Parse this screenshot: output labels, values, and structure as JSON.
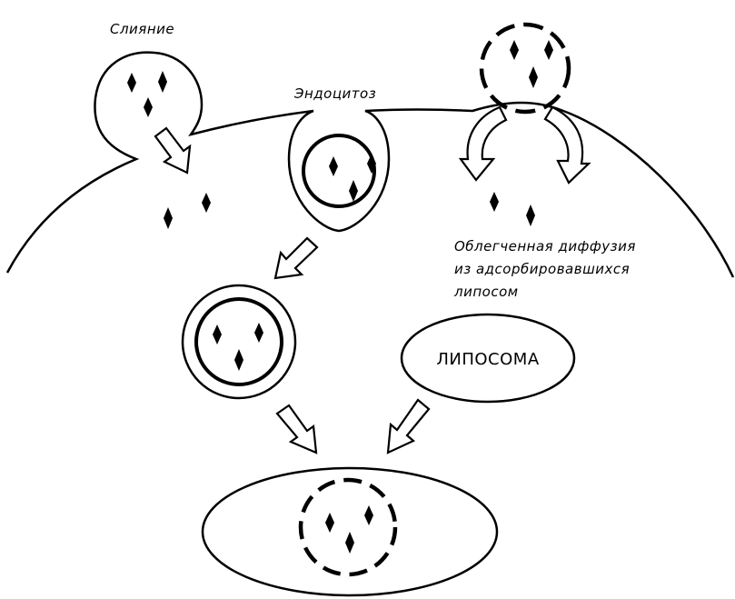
{
  "labels": {
    "fusion": "Слияние",
    "endocytosis": "Эндоцитоз",
    "diffusion_line1": "Облегченная диффузия",
    "diffusion_line2": "из адсорбировавшихся",
    "diffusion_line3": "липосом",
    "liposome": "ЛИПОСОМА"
  },
  "colors": {
    "stroke": "#000000",
    "background": "#ffffff",
    "drug": "#000000"
  }
}
